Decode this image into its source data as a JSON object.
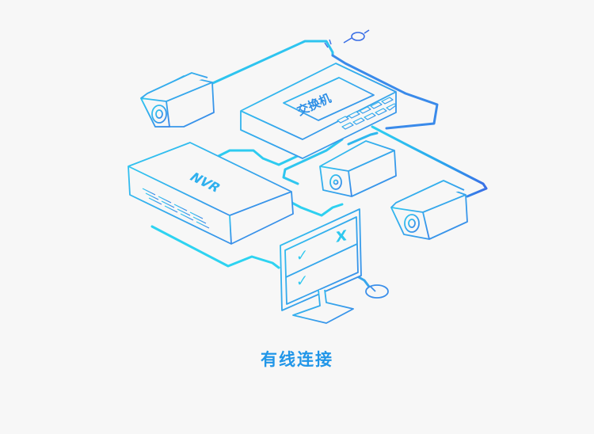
{
  "diagram": {
    "caption": "有线连接",
    "switch_label": "交换机",
    "nvr_label": "NVR",
    "monitor_marks": [
      "✓",
      "X",
      "✓"
    ],
    "colors": {
      "cyan": "#2ed0f0",
      "blue": "#3a7ee8",
      "outline": "#4aa8e8",
      "caption": "#2196e8",
      "background": "#f7f7f7"
    },
    "icons": [
      "camera-icon",
      "switch-icon",
      "nvr-icon",
      "monitor-icon",
      "mouse-icon",
      "network-cable-icon"
    ]
  }
}
